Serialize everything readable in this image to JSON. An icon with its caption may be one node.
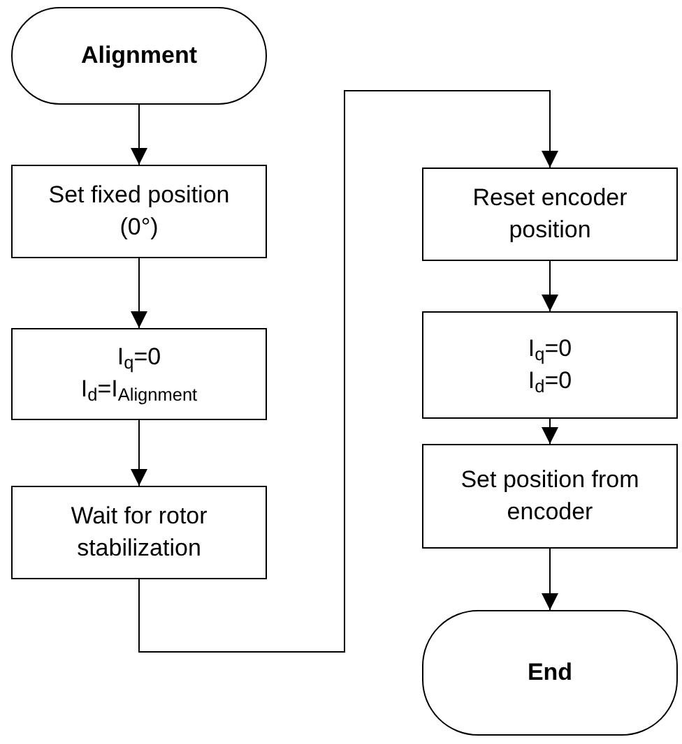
{
  "diagram": {
    "nodes": [
      {
        "text": [
          "Alignment"
        ]
      },
      {
        "text": [
          "Set fixed position (0°)"
        ]
      },
      {
        "text": [
          "I$_{q}$=0",
          "I$_{d}$=I$_{Alignment}$"
        ]
      },
      {
        "text": [
          "Wait for rotor stabilization"
        ]
      },
      {
        "text": [
          "Reset encoder position"
        ]
      },
      {
        "text": [
          "I$_{q}$=0",
          "I$_{d}$=0"
        ]
      },
      {
        "text": [
          "Set position from encoder"
        ]
      },
      {
        "text": [
          "End"
        ]
      }
    ],
    "edges": [
      {
        "from": 0,
        "to": 1,
        "arrow": "to"
      },
      {
        "from": 1,
        "to": 2,
        "arrow": "to"
      },
      {
        "from": 2,
        "to": 3,
        "arrow": "to"
      },
      {
        "from": 3,
        "to": 4,
        "arrow": "to"
      },
      {
        "from": 4,
        "to": 5,
        "arrow": "to"
      },
      {
        "from": 5,
        "to": 6,
        "arrow": "to"
      },
      {
        "from": 6,
        "to": 7,
        "arrow": "to"
      }
    ]
  }
}
